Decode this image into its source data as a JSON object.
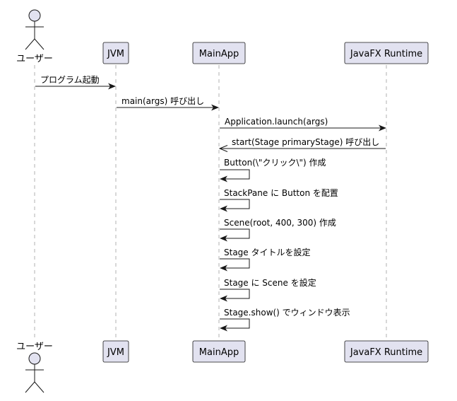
{
  "participants": {
    "user": "ユーザー",
    "jvm": "JVM",
    "mainapp": "MainApp",
    "javafx": "JavaFX Runtime"
  },
  "messages": [
    {
      "from": "user",
      "to": "jvm",
      "text": "プログラム起動"
    },
    {
      "from": "jvm",
      "to": "mainapp",
      "text": "main(args) 呼び出し"
    },
    {
      "from": "mainapp",
      "to": "javafx",
      "text": "Application.launch(args)"
    },
    {
      "from": "javafx",
      "to": "mainapp",
      "text": "start(Stage primaryStage) 呼び出し"
    },
    {
      "from": "mainapp",
      "to": "mainapp",
      "text": "Button(\\\"クリック\\\") 作成"
    },
    {
      "from": "mainapp",
      "to": "mainapp",
      "text": "StackPane に Button を配置"
    },
    {
      "from": "mainapp",
      "to": "mainapp",
      "text": "Scene(root, 400, 300) 作成"
    },
    {
      "from": "mainapp",
      "to": "mainapp",
      "text": "Stage タイトルを設定"
    },
    {
      "from": "mainapp",
      "to": "mainapp",
      "text": "Stage に Scene を設定"
    },
    {
      "from": "mainapp",
      "to": "mainapp",
      "text": "Stage.show() でウィンドウ表示"
    }
  ],
  "colors": {
    "participant_fill": "#e2e2f0",
    "line": "#181818",
    "lifeline": "#b0b0b0"
  }
}
